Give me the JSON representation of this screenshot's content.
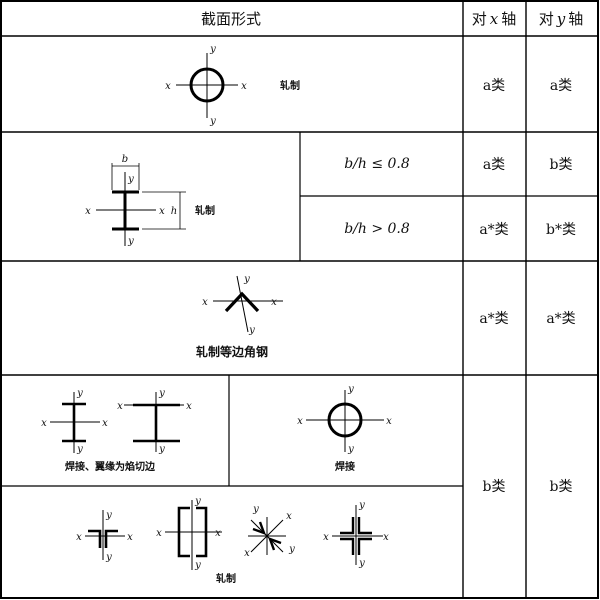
{
  "header": {
    "section_form": "截面形式",
    "about_x_prefix": "对",
    "about_x_var": "x",
    "about_x_suffix": "轴",
    "about_y_prefix": "对",
    "about_y_var": "y",
    "about_y_suffix": "轴"
  },
  "axes": {
    "x": "x",
    "y": "y"
  },
  "rows": [
    {
      "caption": "轧制",
      "about_x": "a类",
      "about_y": "a类"
    },
    {
      "caption": "轧制",
      "dim_b": "b",
      "dim_h": "h",
      "subrows": [
        {
          "condition": "b/h ≤ 0.8",
          "about_x": "a类",
          "about_y": "b类"
        },
        {
          "condition": "b/h > 0.8",
          "about_x": "a*类",
          "about_y": "b*类"
        }
      ]
    },
    {
      "caption": "轧制等边角钢",
      "about_x": "a*类",
      "about_y": "a*类"
    },
    {
      "caption_left": "焊接、翼缘为焰切边",
      "caption_right": "焊接",
      "caption_bottom": "轧制",
      "about_x": "b类",
      "about_y": "b类"
    }
  ]
}
